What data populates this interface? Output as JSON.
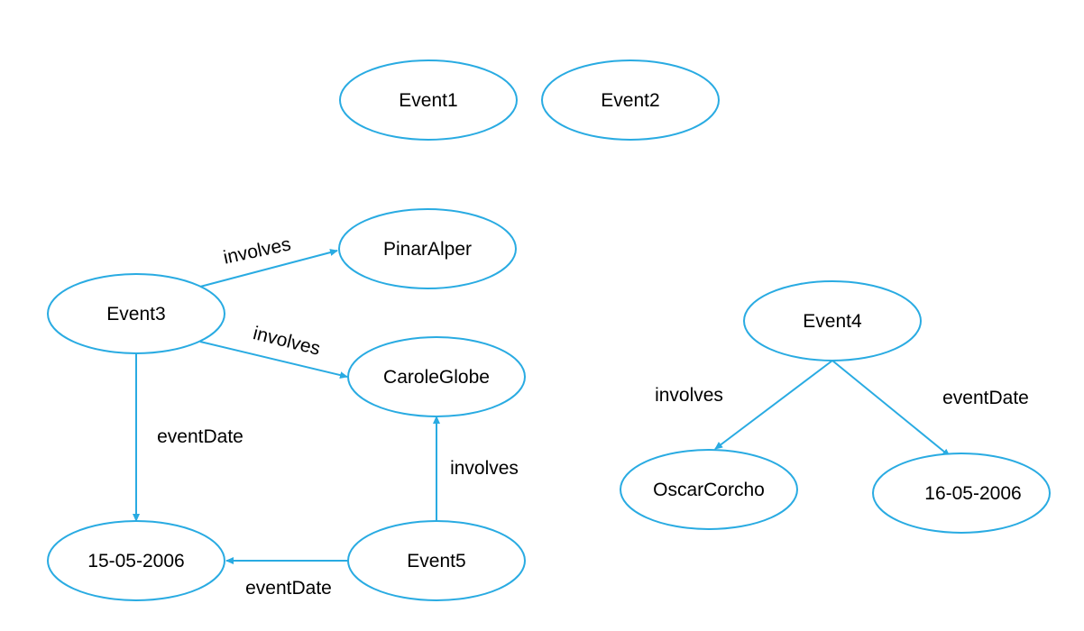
{
  "diagram": {
    "accent_color": "#29abe2",
    "nodes": {
      "event1": "Event1",
      "event2": "Event2",
      "event3": "Event3",
      "event4": "Event4",
      "event5": "Event5",
      "pinaralper": "PinarAlper",
      "caroleglobe": "CaroleGlobe",
      "date_15": "15-05-2006",
      "oscarcorcho": "OscarCorcho",
      "date_16": "16-05-2006"
    },
    "edges": {
      "e3_involves_pinar": "involves",
      "e3_involves_carole": "involves",
      "e3_eventdate_15": "eventDate",
      "e5_involves_carole": "involves",
      "e5_eventdate_15": "eventDate",
      "e4_involves_oscar": "involves",
      "e4_eventdate_16": "eventDate"
    }
  }
}
